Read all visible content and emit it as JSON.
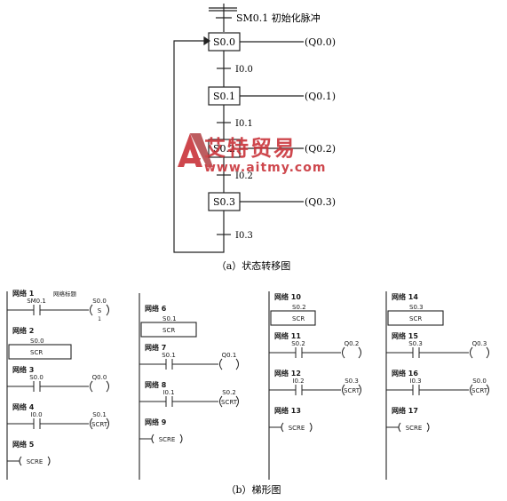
{
  "sfc": {
    "init_label": "SM0.1 初始化脉冲",
    "steps": [
      {
        "name": "S0.0",
        "action": "(Q0.0)"
      },
      {
        "name": "S0.1",
        "action": "(Q0.1)"
      },
      {
        "name": "S0.2",
        "action": "(Q0.2)"
      },
      {
        "name": "S0.3",
        "action": "(Q0.3)"
      }
    ],
    "transitions": [
      "I0.0",
      "I0.1",
      "I0.2",
      "I0.3"
    ],
    "caption": "（a）状态转移图"
  },
  "watermark": {
    "brand": "艾特贸易",
    "url": "www.aitmy.com"
  },
  "ladder": {
    "network_prefix": "网络",
    "network1_comment": "网络标题",
    "networks": [
      {
        "num": "1",
        "contact": "SM0.1",
        "coil": "S0.0",
        "coil_type": "S",
        "coil_count": "1"
      },
      {
        "num": "2",
        "box_address": "S0.0",
        "box_label": "SCR"
      },
      {
        "num": "3",
        "contact": "S0.0",
        "coil": "Q0.0"
      },
      {
        "num": "4",
        "contact": "I0.0",
        "coil": "S0.1",
        "coil_type": "SCRT"
      },
      {
        "num": "5",
        "coil_type": "SCRE"
      },
      {
        "num": "6",
        "box_address": "S0.1",
        "box_label": "SCR"
      },
      {
        "num": "7",
        "contact": "S0.1",
        "coil": "Q0.1"
      },
      {
        "num": "8",
        "contact": "I0.1",
        "coil": "S0.2",
        "coil_type": "SCRT"
      },
      {
        "num": "9",
        "coil_type": "SCRE"
      },
      {
        "num": "10",
        "box_address": "S0.2",
        "box_label": "SCR"
      },
      {
        "num": "11",
        "contact": "S0.2",
        "coil": "Q0.2"
      },
      {
        "num": "12",
        "contact": "I0.2",
        "coil": "S0.3",
        "coil_type": "SCRT"
      },
      {
        "num": "13",
        "coil_type": "SCRE"
      },
      {
        "num": "14",
        "box_address": "S0.3",
        "box_label": "SCR"
      },
      {
        "num": "15",
        "contact": "S0.3",
        "coil": "Q0.3"
      },
      {
        "num": "16",
        "contact": "I0.3",
        "coil": "S0.0",
        "coil_type": "SCRT"
      },
      {
        "num": "17",
        "coil_type": "SCRE"
      }
    ],
    "caption": "（b）梯形图"
  }
}
